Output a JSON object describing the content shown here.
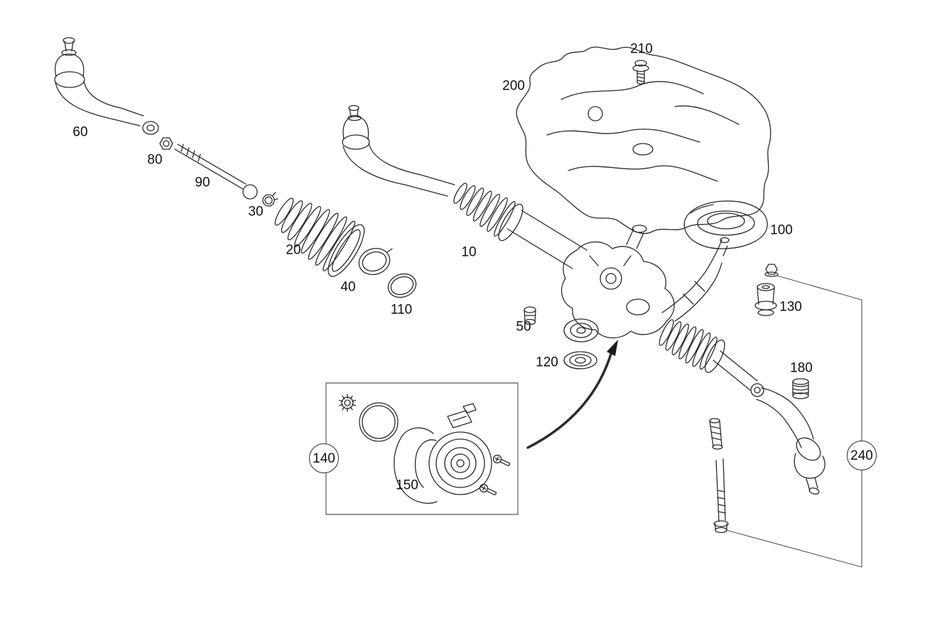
{
  "diagram": {
    "colors": {
      "background": "#ffffff",
      "line": "#2b2b2b",
      "text": "#111111"
    },
    "callouts": [
      {
        "id": "10",
        "label": "10",
        "style": "plain"
      },
      {
        "id": "20",
        "label": "20",
        "style": "plain"
      },
      {
        "id": "30",
        "label": "30",
        "style": "plain"
      },
      {
        "id": "40",
        "label": "40",
        "style": "plain"
      },
      {
        "id": "50",
        "label": "50",
        "style": "plain"
      },
      {
        "id": "60",
        "label": "60",
        "style": "plain"
      },
      {
        "id": "80",
        "label": "80",
        "style": "plain"
      },
      {
        "id": "90",
        "label": "90",
        "style": "plain"
      },
      {
        "id": "100",
        "label": "100",
        "style": "plain"
      },
      {
        "id": "110",
        "label": "110",
        "style": "plain"
      },
      {
        "id": "120",
        "label": "120",
        "style": "plain"
      },
      {
        "id": "130",
        "label": "130",
        "style": "plain"
      },
      {
        "id": "140",
        "label": "140",
        "style": "circled"
      },
      {
        "id": "150",
        "label": "150",
        "style": "plain"
      },
      {
        "id": "180",
        "label": "180",
        "style": "plain"
      },
      {
        "id": "200",
        "label": "200",
        "style": "plain"
      },
      {
        "id": "210",
        "label": "210",
        "style": "plain"
      },
      {
        "id": "240",
        "label": "240",
        "style": "circled"
      }
    ]
  }
}
